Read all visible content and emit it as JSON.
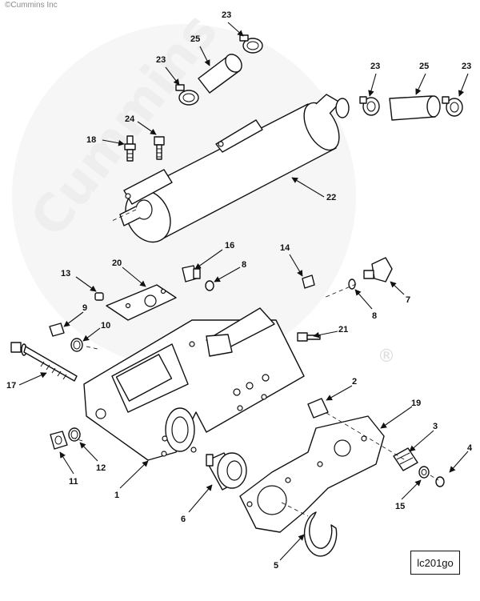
{
  "copyright": "©Cummins Inc",
  "watermark": "Cummins",
  "registered_mark": "®",
  "illustration_code": "lc201go",
  "callouts": [
    {
      "id": "c23a",
      "label": "23"
    },
    {
      "id": "c25a",
      "label": "25"
    },
    {
      "id": "c23b",
      "label": "23"
    },
    {
      "id": "c23c",
      "label": "23"
    },
    {
      "id": "c25b",
      "label": "25"
    },
    {
      "id": "c23d",
      "label": "23"
    },
    {
      "id": "c24",
      "label": "24"
    },
    {
      "id": "c18",
      "label": "18"
    },
    {
      "id": "c22",
      "label": "22"
    },
    {
      "id": "c16",
      "label": "16"
    },
    {
      "id": "c8a",
      "label": "8"
    },
    {
      "id": "c14",
      "label": "14"
    },
    {
      "id": "c13",
      "label": "13"
    },
    {
      "id": "c20",
      "label": "20"
    },
    {
      "id": "c7",
      "label": "7"
    },
    {
      "id": "c8b",
      "label": "8"
    },
    {
      "id": "c9",
      "label": "9"
    },
    {
      "id": "c10",
      "label": "10"
    },
    {
      "id": "c21",
      "label": "21"
    },
    {
      "id": "c17",
      "label": "17"
    },
    {
      "id": "c2",
      "label": "2"
    },
    {
      "id": "c19",
      "label": "19"
    },
    {
      "id": "c3",
      "label": "3"
    },
    {
      "id": "c4",
      "label": "4"
    },
    {
      "id": "c12",
      "label": "12"
    },
    {
      "id": "c11",
      "label": "11"
    },
    {
      "id": "c1",
      "label": "1"
    },
    {
      "id": "c15",
      "label": "15"
    },
    {
      "id": "c6",
      "label": "6"
    },
    {
      "id": "c5",
      "label": "5"
    }
  ]
}
